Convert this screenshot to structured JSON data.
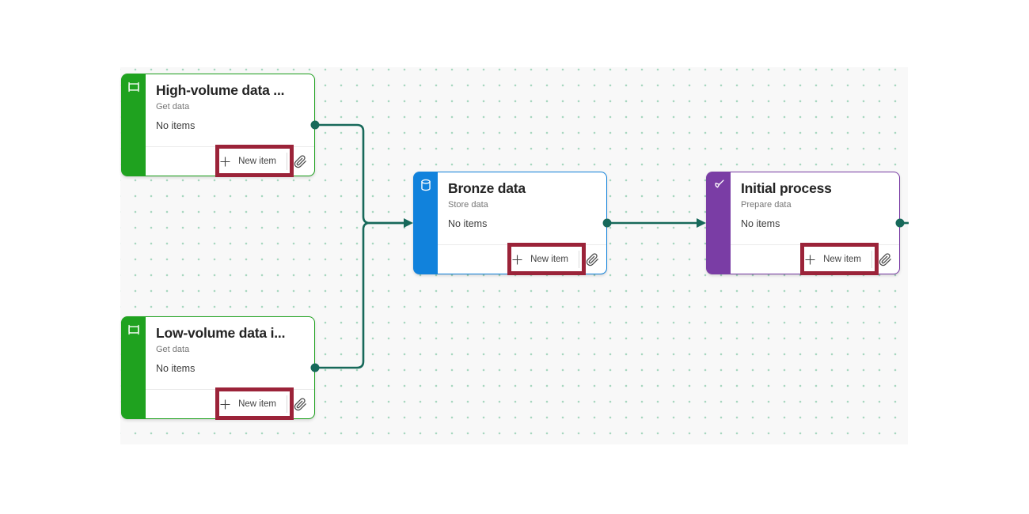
{
  "canvas": {
    "background_color": "#f8f8f8",
    "dot_color": "#a8d7c0"
  },
  "colors": {
    "connector": "#17695A",
    "annotation_highlight": "#9B2339",
    "green_accent": "#1FA21F",
    "blue_accent": "#1182DC",
    "purple_accent": "#7A3DA5"
  },
  "nodes": [
    {
      "title": "High-volume data ...",
      "subtitle": "Get data",
      "items_text": "No items",
      "new_item_label": "New item",
      "icon": "scroll-icon",
      "attachment_icon": "paperclip-icon",
      "accent": "#1FA21F",
      "annotated": true
    },
    {
      "title": "Low-volume data i...",
      "subtitle": "Get data",
      "items_text": "No items",
      "new_item_label": "New item",
      "icon": "scroll-icon",
      "attachment_icon": "paperclip-icon",
      "accent": "#1FA21F",
      "annotated": true
    },
    {
      "title": "Bronze data",
      "subtitle": "Store data",
      "items_text": "No items",
      "new_item_label": "New item",
      "icon": "database-icon",
      "attachment_icon": "paperclip-icon",
      "accent": "#1182DC",
      "annotated": true
    },
    {
      "title": "Initial process",
      "subtitle": "Prepare data",
      "items_text": "No items",
      "new_item_label": "New item",
      "icon": "broom-icon",
      "attachment_icon": "paperclip-icon",
      "accent": "#7A3DA5",
      "annotated": true
    }
  ],
  "connections": [
    {
      "from": "High-volume data ...",
      "to": "Bronze data"
    },
    {
      "from": "Low-volume data i...",
      "to": "Bronze data"
    },
    {
      "from": "Bronze data",
      "to": "Initial process"
    },
    {
      "from": "Initial process",
      "to": ""
    }
  ]
}
